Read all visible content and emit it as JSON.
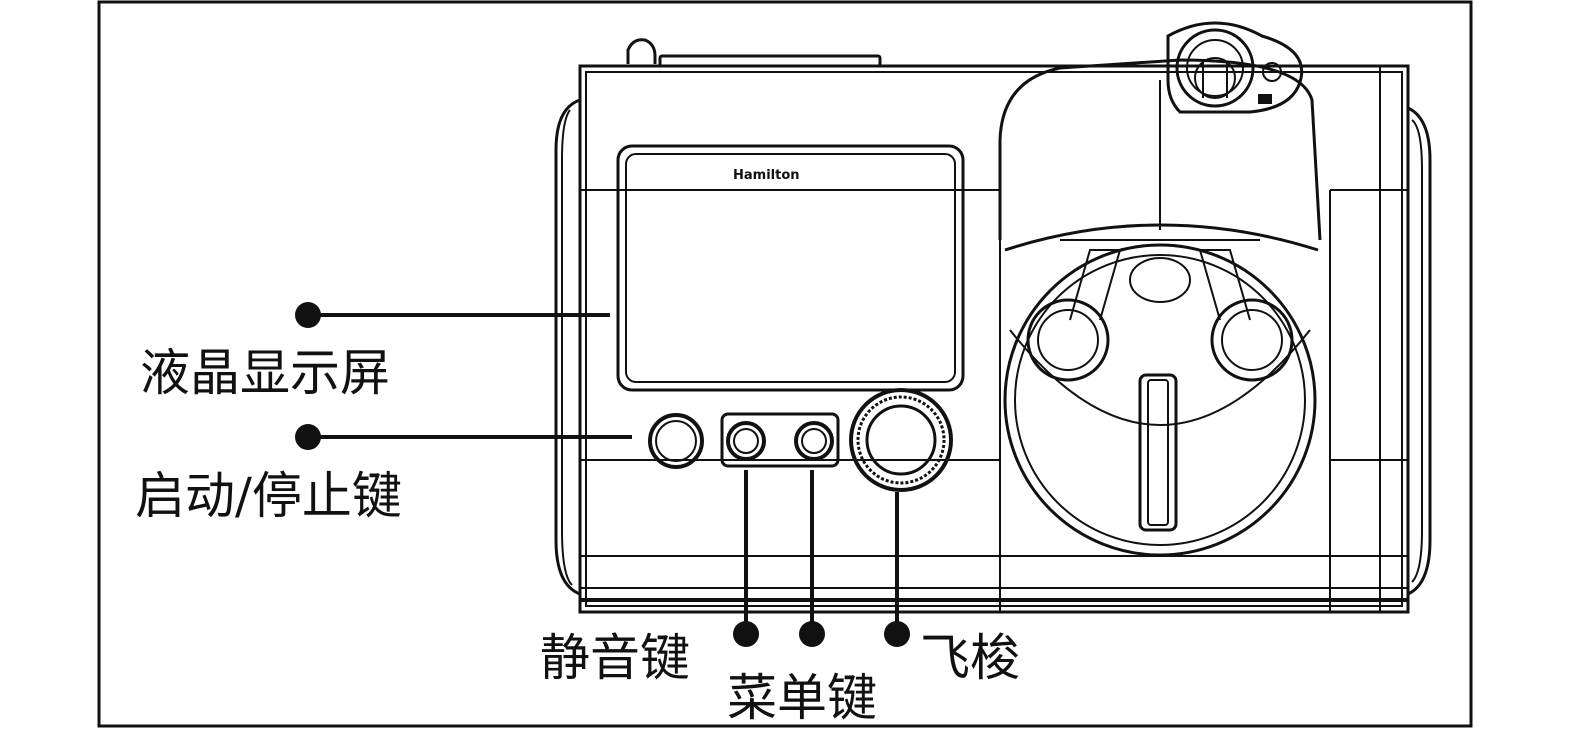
{
  "brand_mark": "Hamilton",
  "labels": {
    "lcd_screen": "液晶显示屏",
    "start_stop_key": "启动/停止键",
    "mute_key": "静音键",
    "menu_key": "菜单键",
    "shuttle_knob": "飞梭"
  },
  "colors": {
    "line": "#111111",
    "background": "#ffffff"
  }
}
